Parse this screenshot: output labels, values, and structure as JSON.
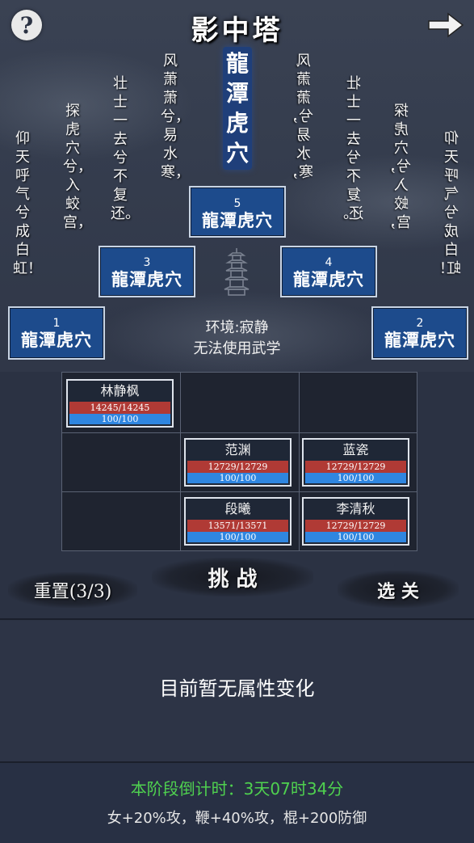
{
  "header": {
    "title": "影中塔",
    "help_label": "?",
    "back_icon": "arrow-right-icon"
  },
  "tower": {
    "vertical_title": "龍潭虎穴",
    "poems": [
      "仰天呼气兮成白虹！",
      "探虎穴兮，入蛟宫，",
      "壮士一去兮不复还。",
      "风萧萧兮，易水寒，"
    ],
    "poems_mirrored": [
      "风萧萧兮，易水寒，",
      "壮士一去兮不复还。",
      "探虎穴兮，入蛟宫，",
      "仰天呼气兮成白虹！"
    ]
  },
  "stages": [
    {
      "num": "1",
      "name": "龍潭虎穴"
    },
    {
      "num": "2",
      "name": "龍潭虎穴"
    },
    {
      "num": "3",
      "name": "龍潭虎穴"
    },
    {
      "num": "4",
      "name": "龍潭虎穴"
    },
    {
      "num": "5",
      "name": "龍潭虎穴"
    }
  ],
  "environment": {
    "line1": "环境:寂静",
    "line2": "无法使用武学"
  },
  "units": [
    {
      "name": "林静枫",
      "hp": "14245/14245",
      "mp": "100/100"
    },
    {
      "name": "范渊",
      "hp": "12729/12729",
      "mp": "100/100"
    },
    {
      "name": "蓝瓷",
      "hp": "12729/12729",
      "mp": "100/100"
    },
    {
      "name": "段曦",
      "hp": "13571/13571",
      "mp": "100/100"
    },
    {
      "name": "李清秋",
      "hp": "12729/12729",
      "mp": "100/100"
    }
  ],
  "actions": {
    "reset": "重置(3/3)",
    "challenge": "挑 战",
    "select": "选 关"
  },
  "attributes": {
    "text": "目前暂无属性变化"
  },
  "footer": {
    "countdown": "本阶段倒计时：3天07时34分",
    "bonus": "女+20%攻，鞭+40%攻，棍+200防御"
  },
  "colors": {
    "background": "#2b3243",
    "stage_blue": "#1d4b8c",
    "hp_red": "#b03a35",
    "mp_blue": "#2f86e0",
    "countdown_green": "#4fd14f"
  }
}
